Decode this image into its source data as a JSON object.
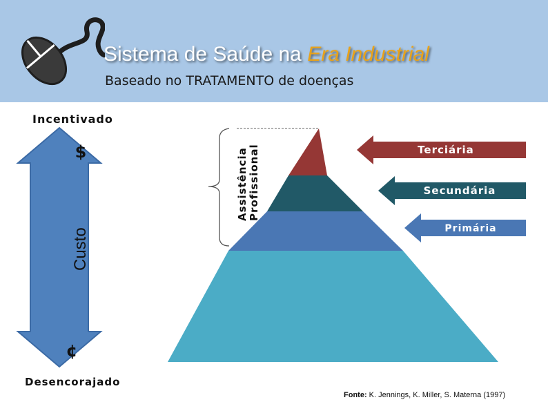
{
  "header": {
    "title_main": "Sistema de Saúde na ",
    "title_emph": "Era Industrial",
    "subtitle": "Baseado no TRATAMENTO de doenças"
  },
  "logo": {
    "icon": "computer-mouse-icon"
  },
  "cost_axis": {
    "top_label": "Incentivado",
    "bottom_label": "Desencorajado",
    "axis_label": "Custo",
    "top_symbol": "$",
    "bottom_symbol": "¢"
  },
  "bracket_label": [
    "Assistência",
    "Profissional"
  ],
  "levels": [
    {
      "label": "Terciária",
      "color": "#953735"
    },
    {
      "label": "Secundária",
      "color": "#215967"
    },
    {
      "label": "Primária",
      "color": "#4a77b4"
    }
  ],
  "pyramid_base_color": "#4bacc6",
  "source": {
    "prefix": "Fonte:",
    "text": " K. Jennings, K. Miller, S. Materna (1997)"
  }
}
